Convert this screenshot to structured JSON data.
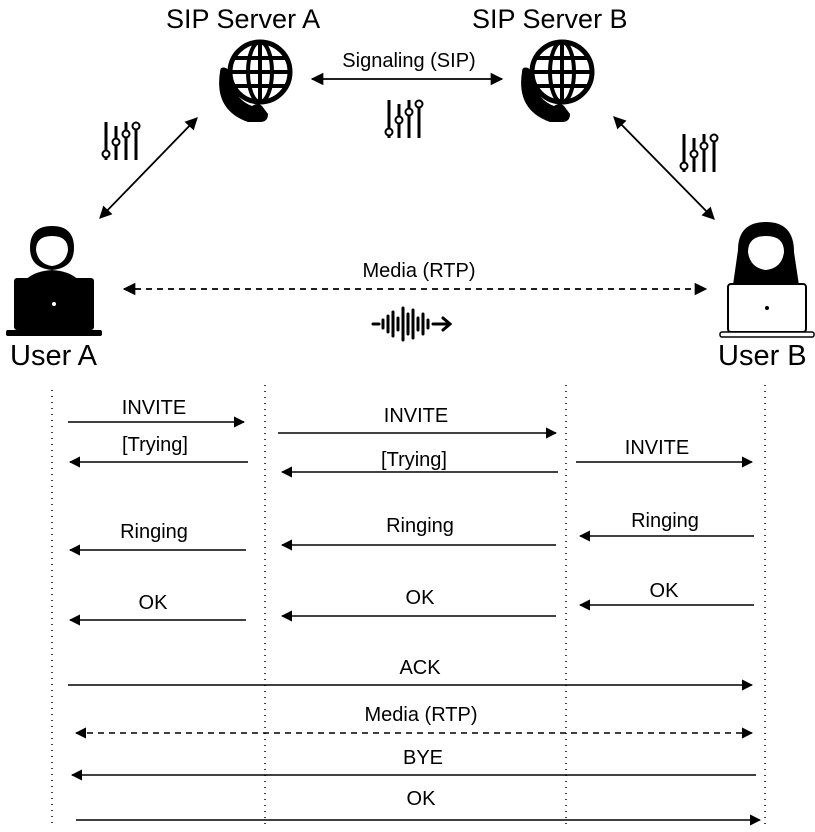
{
  "nodes": {
    "server_a": "SIP Server A",
    "server_b": "SIP Server B",
    "user_a": "User A",
    "user_b": "User B"
  },
  "links": {
    "signaling": "Signaling (SIP)",
    "media": "Media (RTP)"
  },
  "icons": {
    "server_icon": "phone-globe-icon",
    "mixer_icon": "sliders-icon",
    "user_a_icon": "male-user-laptop-icon",
    "user_b_icon": "female-user-laptop-icon",
    "audio_icon": "sound-wave-icon"
  },
  "sequence": {
    "messages": [
      {
        "label": "INVITE"
      },
      {
        "label": "[Trying]"
      },
      {
        "label": "INVITE"
      },
      {
        "label": "[Trying]"
      },
      {
        "label": "INVITE"
      },
      {
        "label": "Ringing"
      },
      {
        "label": "Ringing"
      },
      {
        "label": "Ringing"
      },
      {
        "label": "OK"
      },
      {
        "label": "OK"
      },
      {
        "label": "OK"
      },
      {
        "label": "ACK"
      },
      {
        "label": "Media (RTP)"
      },
      {
        "label": "BYE"
      },
      {
        "label": "OK"
      }
    ]
  }
}
